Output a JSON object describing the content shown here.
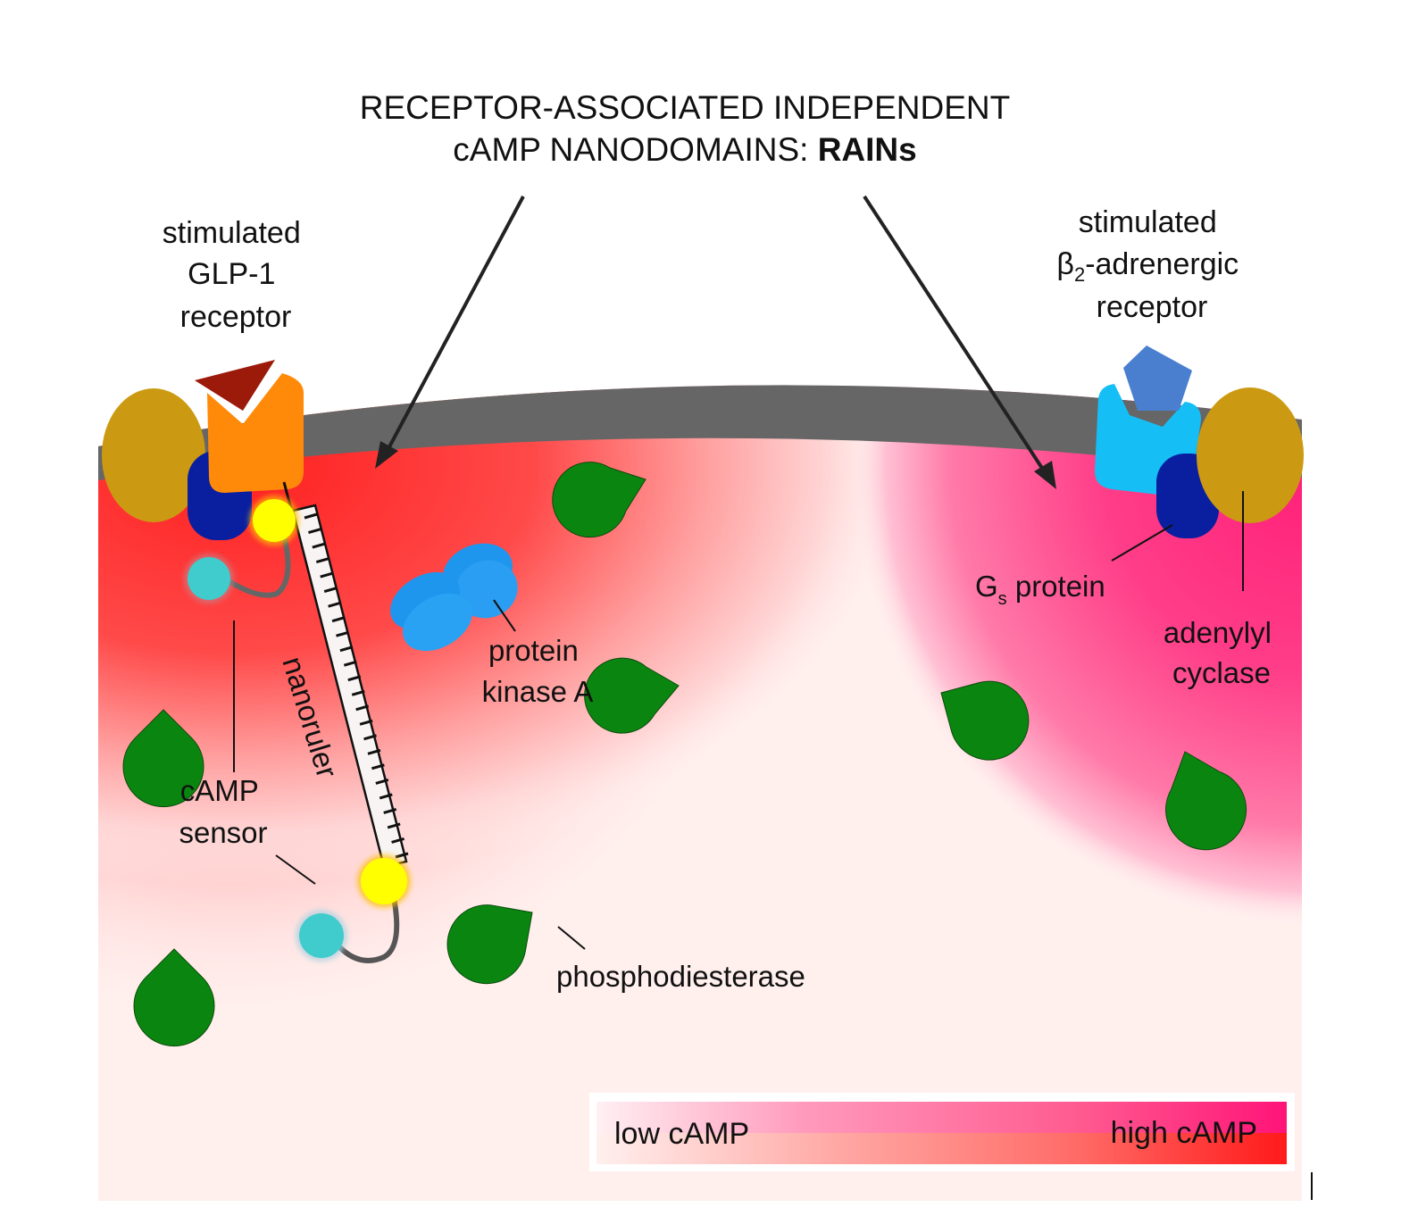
{
  "title": {
    "line1": "RECEPTOR-ASSOCIATED INDEPENDENT",
    "line2_prefix": "cAMP NANODOMAINS: ",
    "line2_bold": "RAINs"
  },
  "labels": {
    "glp1": [
      "stimulated",
      "GLP-1",
      "receptor"
    ],
    "beta2": {
      "line1": "stimulated",
      "beta": "β",
      "sub": "2",
      "rest": "-adrenergic",
      "line3": "receptor"
    },
    "gs_protein": {
      "main": "G",
      "sub": "s",
      "rest": " protein"
    },
    "adenylyl_cyclase": [
      "adenylyl",
      "cyclase"
    ],
    "protein_kinase_a": [
      "protein",
      "kinase A"
    ],
    "nanoruler": "nanoruler",
    "camp_sensor": [
      "cAMP",
      "sensor"
    ],
    "phosphodiesterase": "phosphodiesterase"
  },
  "legend": {
    "low": "low cAMP",
    "high": "high cAMP"
  },
  "colors": {
    "membrane": "#666666",
    "high_camp_glp1": "#ff1f1f",
    "high_camp_beta2": "#ff1f78",
    "low_camp": "#fff0ee",
    "glp1_receptor": "#ff8a0a",
    "glp1_ligand": "#9b1a0a",
    "beta2_receptor": "#15bff5",
    "beta2_ligand": "#4a7fd0",
    "gs_protein": "#0a1fa0",
    "adenylyl_cyclase": "#cc9a12",
    "pka": "#1f96ee",
    "pde": "#0a8610",
    "sensor_yellow": "#ffff00",
    "sensor_cyan": "#40cccc"
  }
}
